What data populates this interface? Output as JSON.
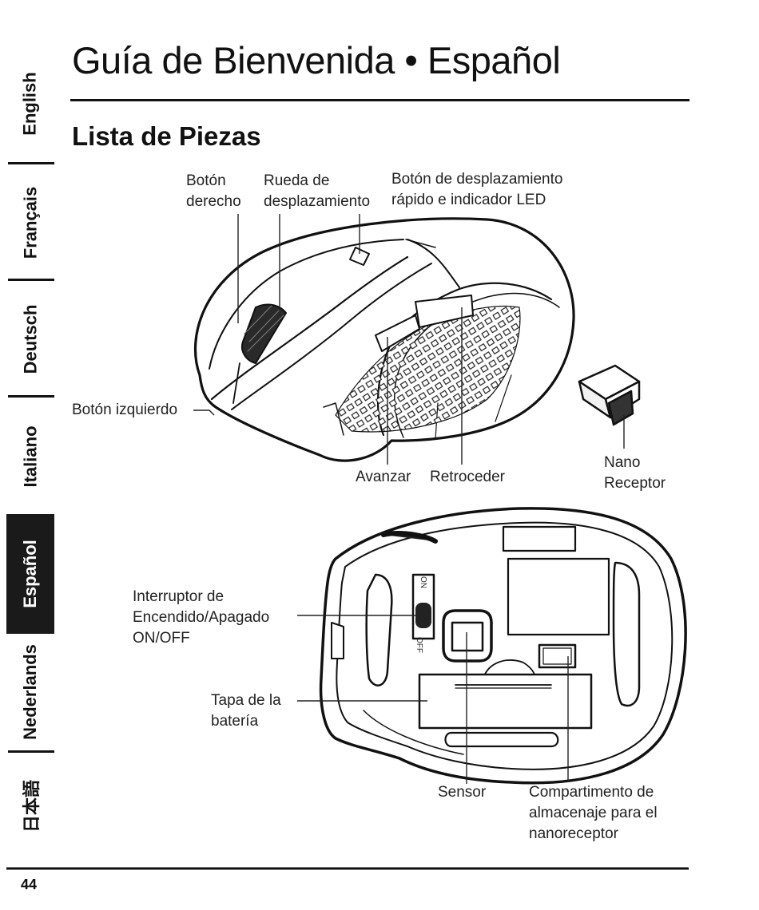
{
  "sidebar": {
    "tabs": [
      {
        "label": "English",
        "active": false
      },
      {
        "label": "Français",
        "active": false
      },
      {
        "label": "Deutsch",
        "active": false
      },
      {
        "label": "Italiano",
        "active": false
      },
      {
        "label": "Español",
        "active": true
      },
      {
        "label": "Nederlands",
        "active": false
      },
      {
        "label": "日本語",
        "active": false
      }
    ]
  },
  "header": {
    "title": "Guía de Bienvenida • Español"
  },
  "section": {
    "title": "Lista de Piezas"
  },
  "labels": {
    "right_button": [
      "Botón",
      "derecho"
    ],
    "scroll_wheel": [
      "Rueda de",
      "desplazamiento"
    ],
    "fast_scroll": [
      "Botón de desplazamiento",
      "rápido e indicador LED"
    ],
    "left_button": "Botón izquierdo",
    "forward": "Avanzar",
    "back": "Retroceder",
    "nano_receiver": [
      "Nano",
      "Receptor"
    ],
    "power_switch": [
      "Interruptor de",
      "Encendido/Apagado",
      "ON/OFF"
    ],
    "battery_cover": [
      "Tapa de la",
      "batería"
    ],
    "sensor": "Sensor",
    "storage": [
      "Compartimento de",
      "almacenaje para el",
      "nanoreceptor"
    ],
    "switch_on": "ON",
    "switch_off": "OFF"
  },
  "footer": {
    "page_number": "44"
  }
}
